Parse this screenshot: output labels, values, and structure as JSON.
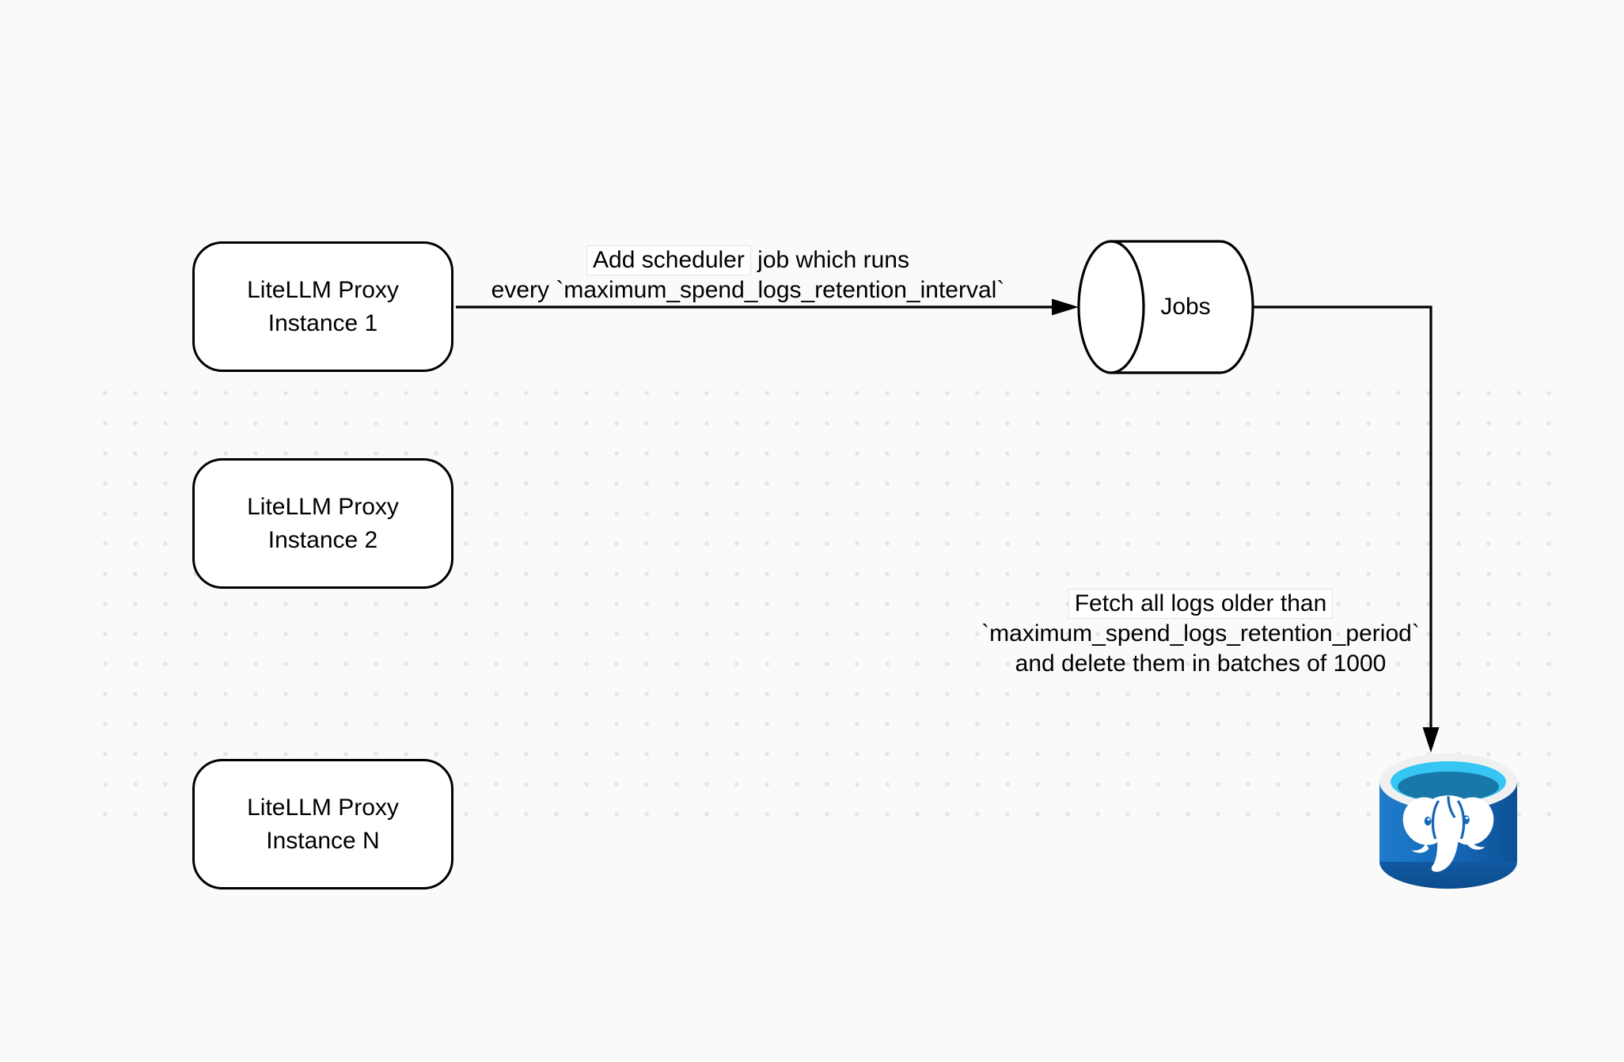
{
  "diagram": {
    "background_color": "#fafafa",
    "dot_grid_color": "#e6e6e6",
    "stroke_color": "#000000",
    "nodes": {
      "proxy_instance_1": {
        "line1": "LiteLLM Proxy",
        "line2": "Instance 1"
      },
      "proxy_instance_2": {
        "line1": "LiteLLM Proxy",
        "line2": "Instance 2"
      },
      "proxy_instance_n": {
        "line1": "LiteLLM Proxy",
        "line2": "Instance N"
      },
      "jobs_store": {
        "label": "Jobs"
      },
      "postgres_db": {
        "icon": "postgresql-database-icon",
        "colors": {
          "body_blue": "#1e7ccb",
          "body_blue_dark": "#0d5094",
          "rim": "#f0f0f0",
          "water_cyan": "#35c6f3",
          "water_deep": "#1878a8",
          "detail_blue": "#1567b8"
        }
      }
    },
    "edges": {
      "add_scheduler_job": {
        "label_line1_chip": "Add scheduler",
        "label_line1_rest": " job which runs",
        "label_line2": "every `maximum_spend_logs_retention_interval`"
      },
      "fetch_and_delete": {
        "label_line1": "Fetch all logs older than",
        "label_line2": "`maximum_spend_logs_retention_period`",
        "label_line3": "and delete them in batches of 1000"
      }
    }
  }
}
